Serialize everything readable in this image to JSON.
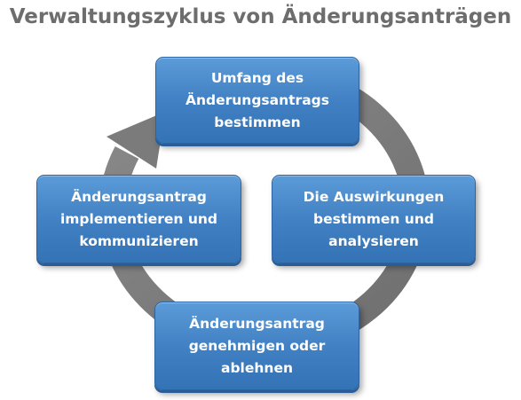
{
  "title": "Verwaltungszyklus von Änderungsanträgen",
  "steps": [
    {
      "lines": [
        "Umfang des",
        "Änderungsantrags",
        "bestimmen"
      ]
    },
    {
      "lines": [
        "Die Auswirkungen",
        "bestimmen und",
        "analysieren"
      ]
    },
    {
      "lines": [
        "Änderungsantrag",
        "genehmigen oder",
        "ablehnen"
      ]
    },
    {
      "lines": [
        "Änderungsantrag",
        "implementieren und",
        "kommunizieren"
      ]
    }
  ],
  "colors": {
    "title": "#6d6d6d",
    "box_fill": "#4384c6",
    "box_border": "#2c64a2",
    "arrow": "#7b7b7b",
    "text": "#ffffff"
  }
}
